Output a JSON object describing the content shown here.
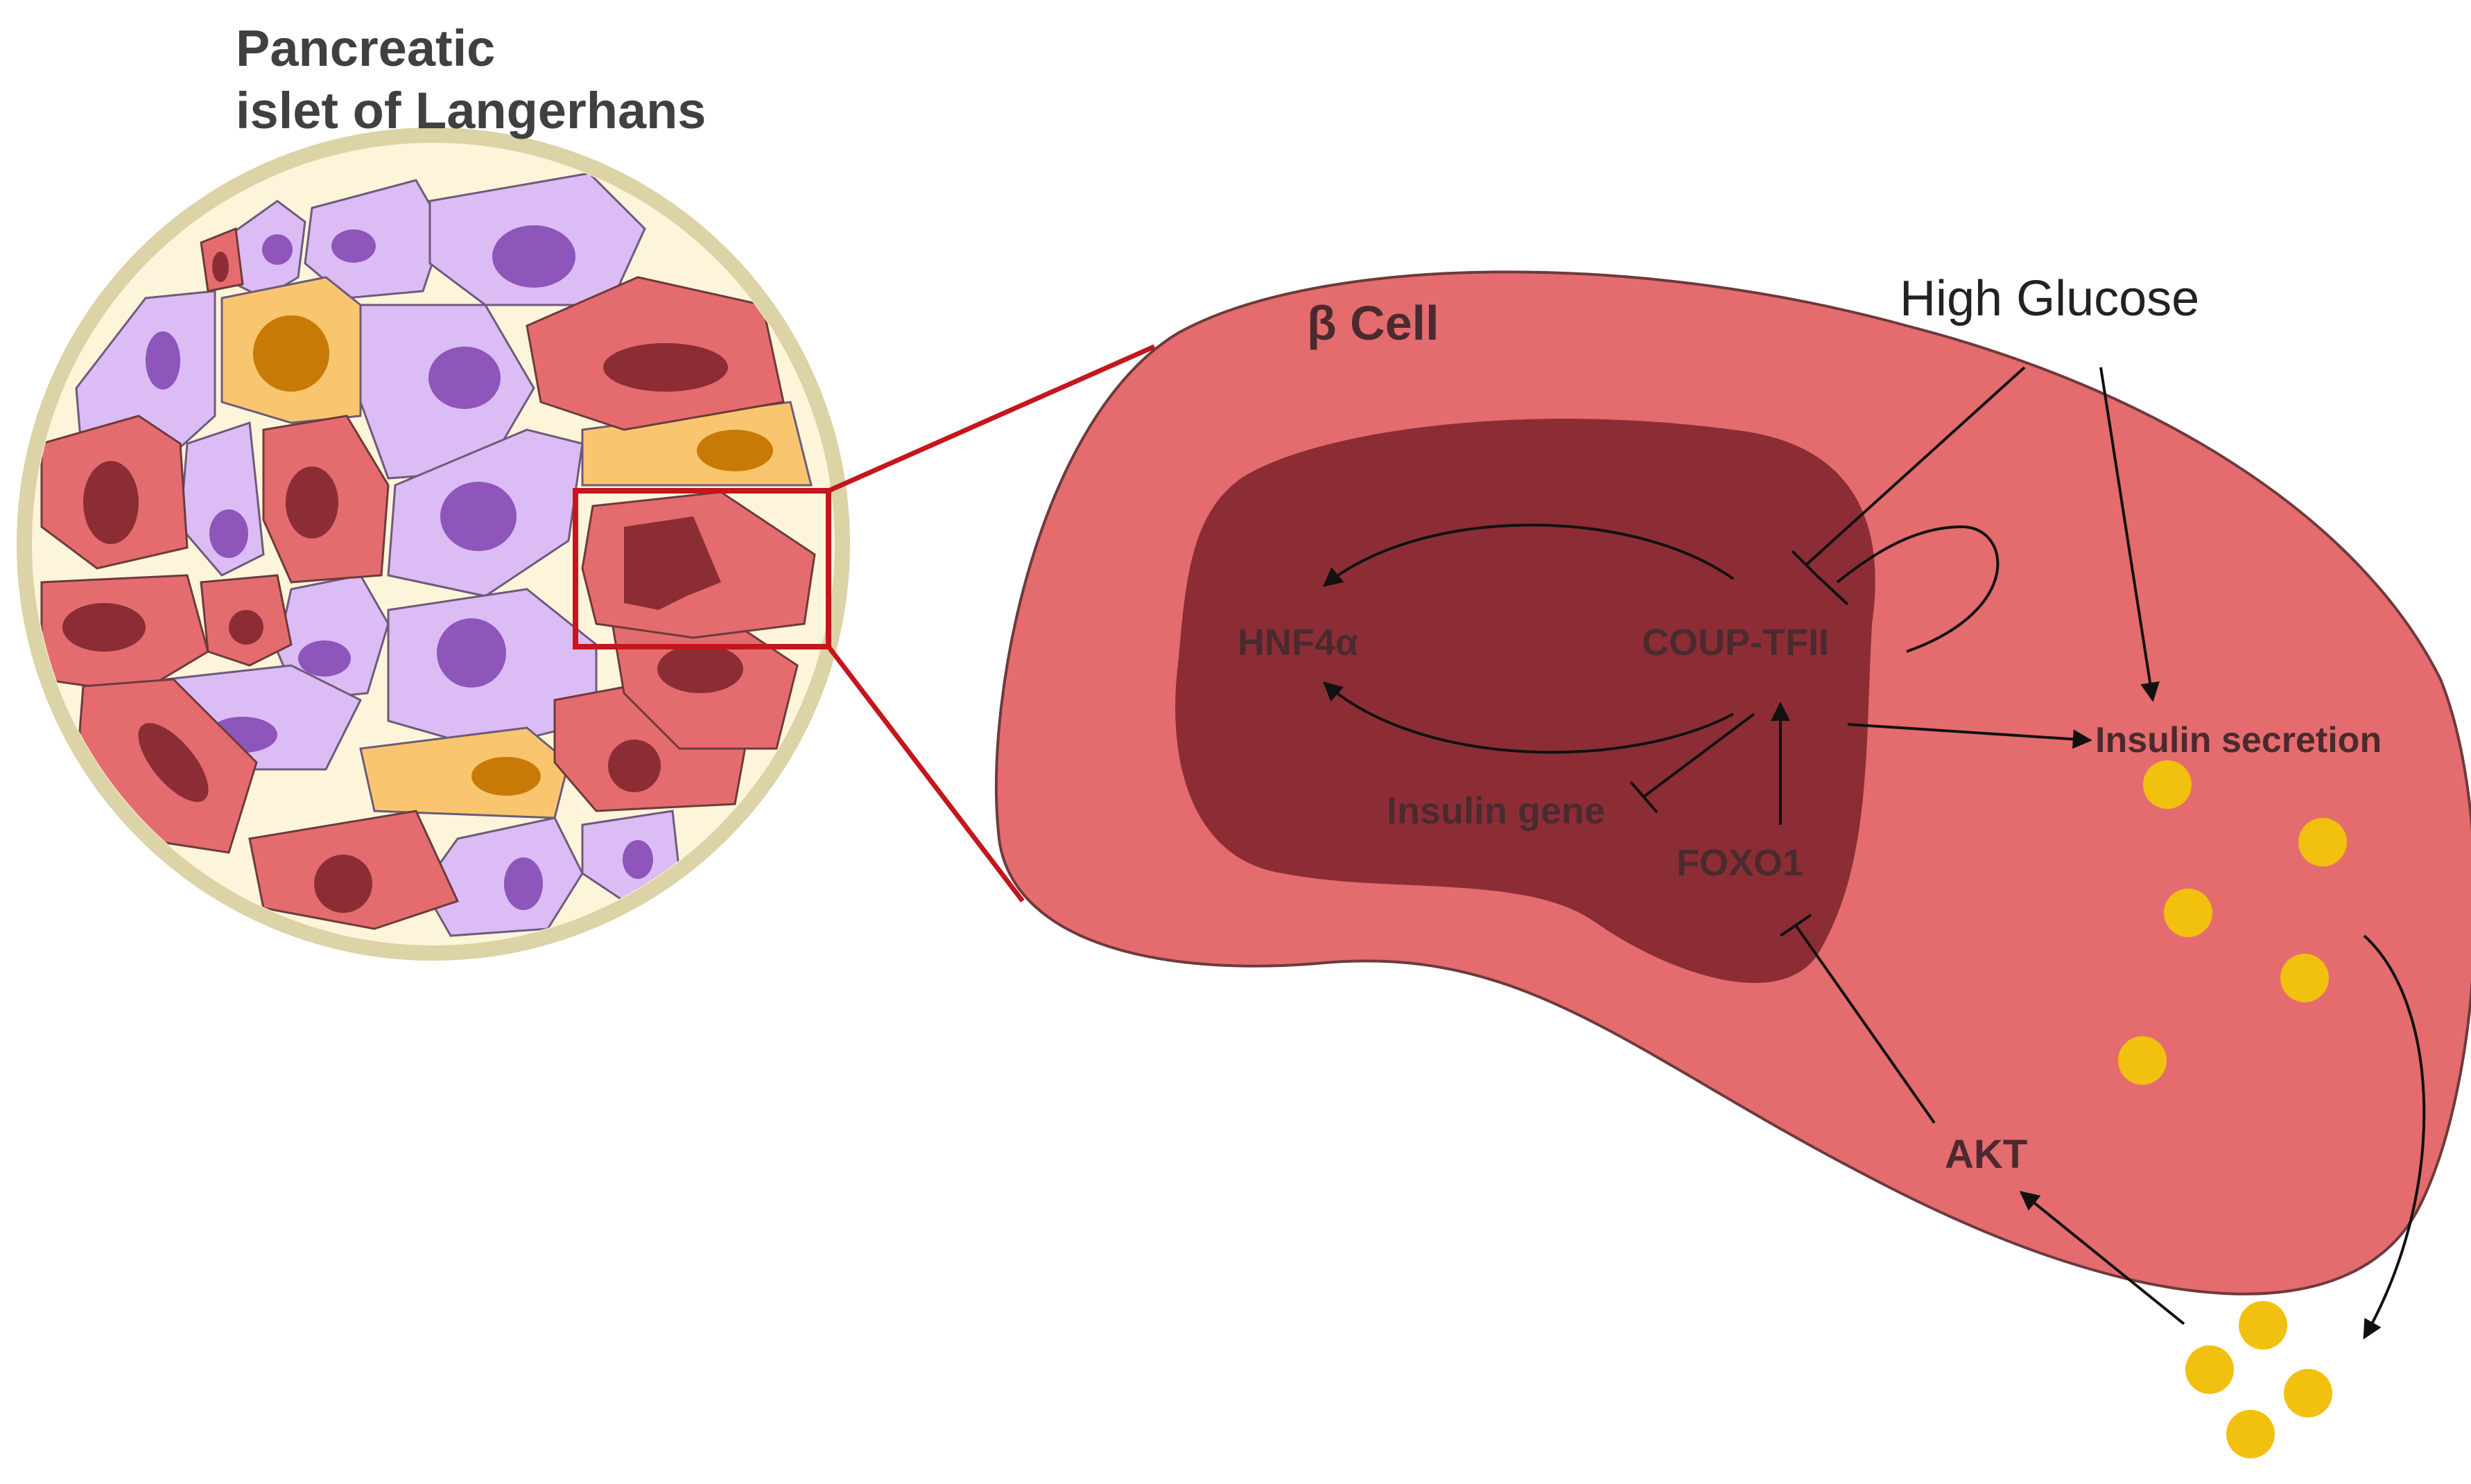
{
  "islet_title_line1": "Pancreatic",
  "islet_title_line2": "islet of Langerhans",
  "beta_cell_label": "β Cell",
  "stimulus_label": "High Glucose",
  "nodes": {
    "hnf4a": "HNF4α",
    "coup_tfii": "COUP-TFII",
    "insulin_gene": "Insulin gene",
    "foxo1": "FOXO1",
    "akt": "AKT",
    "insulin_secretion": "Insulin secretion"
  },
  "colors": {
    "beta_cell_fill": "#e46c6e",
    "nucleus_fill": "#8c2d36",
    "alpha_cell_fill": "#dcbcf5",
    "alpha_nucleus": "#8e55bb",
    "delta_cell_fill": "#f9c66f",
    "delta_nucleus": "#c87a06",
    "islet_background": "#fcf5da",
    "islet_border": "#dcd3a6",
    "granule": "#f2c00e",
    "zoom_box": "#c4161c",
    "node_text": "#4a2a2e"
  }
}
